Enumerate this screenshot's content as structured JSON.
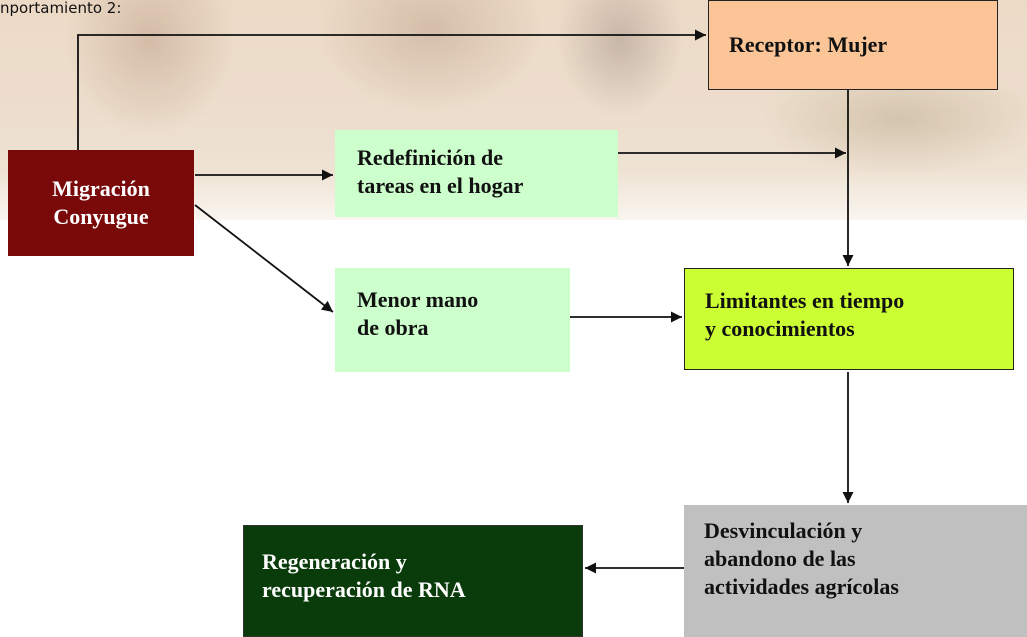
{
  "header": {
    "text": "nportamiento 2:"
  },
  "nodes": {
    "receptor": {
      "lines": [
        "Receptor: Mujer"
      ],
      "color": "#fbc598"
    },
    "migracion": {
      "lines": [
        "Migración",
        "Conyugue"
      ],
      "color": "#7a0a0a"
    },
    "redefinicion": {
      "lines": [
        "Redefinición de",
        "tareas en el hogar"
      ],
      "color": "#ccffcc"
    },
    "menor": {
      "lines": [
        "Menor mano",
        "de obra"
      ],
      "color": "#ccffcc"
    },
    "limitantes": {
      "lines": [
        "Limitantes en tiempo",
        "y conocimientos"
      ],
      "color": "#ccff33"
    },
    "desvinculacion": {
      "lines": [
        "Desvinculación y",
        "abandono de las",
        "actividades agrícolas"
      ],
      "color": "#c0c0c0"
    },
    "regeneracion": {
      "lines": [
        "Regeneración y",
        "recuperación de RNA"
      ],
      "color": "#0a3b0a"
    }
  },
  "edges": [
    {
      "from": "migracion",
      "to": "receptor"
    },
    {
      "from": "migracion",
      "to": "redefinicion"
    },
    {
      "from": "migracion",
      "to": "menor"
    },
    {
      "from": "redefinicion",
      "to": "receptor-limitantes-connector"
    },
    {
      "from": "receptor",
      "to": "limitantes"
    },
    {
      "from": "menor",
      "to": "limitantes"
    },
    {
      "from": "limitantes",
      "to": "desvinculacion"
    },
    {
      "from": "desvinculacion",
      "to": "regeneracion"
    }
  ]
}
